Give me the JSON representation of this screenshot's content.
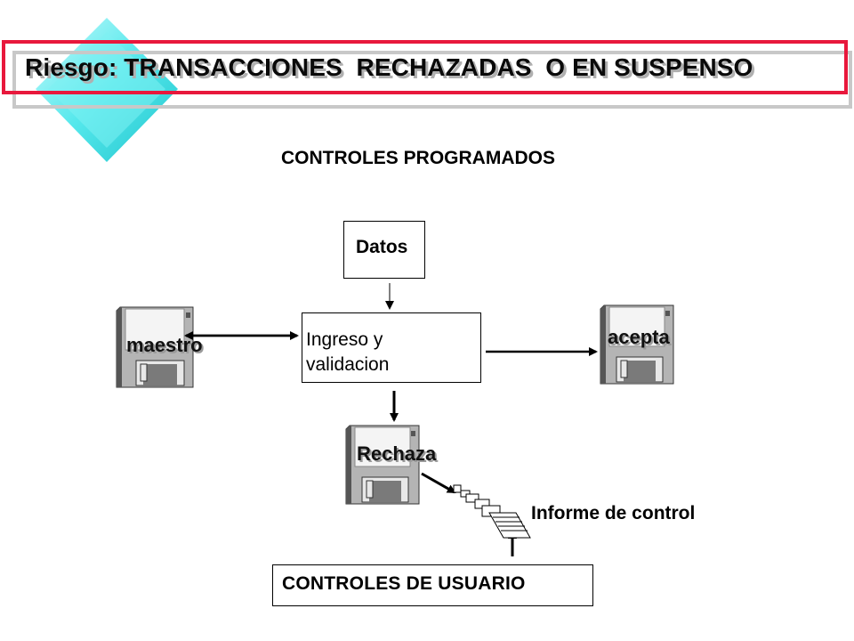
{
  "title": "Riesgo: TRANSACCIONES  RECHAZADAS  O EN SUSPENSO",
  "section_title": "CONTROLES PROGRAMADOS",
  "nodes": {
    "datos": "Datos",
    "proceso_line1": "Ingreso y",
    "proceso_line2": "validacion",
    "maestro": "maestro",
    "acepta": "acepta",
    "rechaza": "Rechaza",
    "informe": "Informe de control",
    "usuario": "CONTROLES DE USUARIO"
  },
  "colors": {
    "frame": "#e8183c",
    "diamond": "#55e8ec",
    "disk": "#b4b4b4"
  }
}
